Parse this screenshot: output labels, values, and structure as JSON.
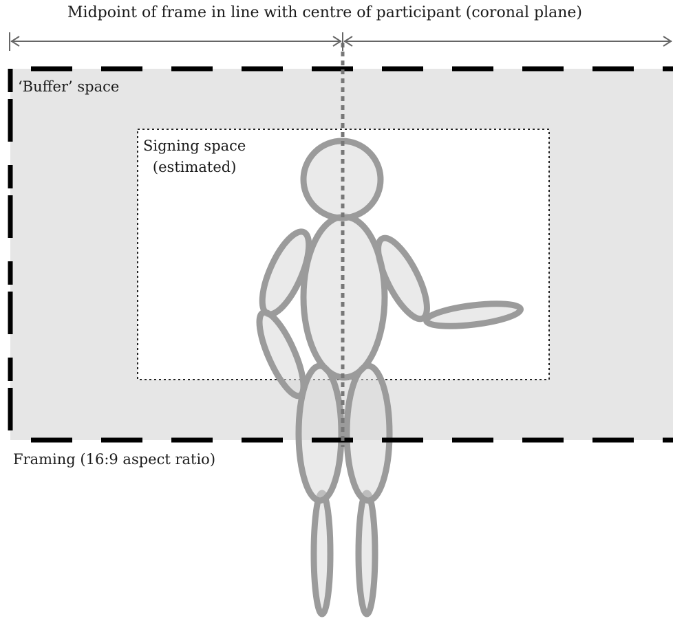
{
  "labels": {
    "midline": "Midpoint of frame in line with centre of participant (coronal plane)",
    "buffer": "‘Buffer’ space",
    "signing_line1": "Signing space",
    "signing_line2": "(estimated)",
    "framing": "Framing (16:9 aspect ratio)"
  },
  "colors": {
    "buffer_fill": "#e6e6e6",
    "signing_fill": "#ffffff",
    "figure_fill": "#d9d9d9",
    "figure_stroke": "#9b9b9b",
    "frame_stroke": "#000000",
    "midline_stroke": "#777777",
    "arrow_stroke": "#666666"
  }
}
